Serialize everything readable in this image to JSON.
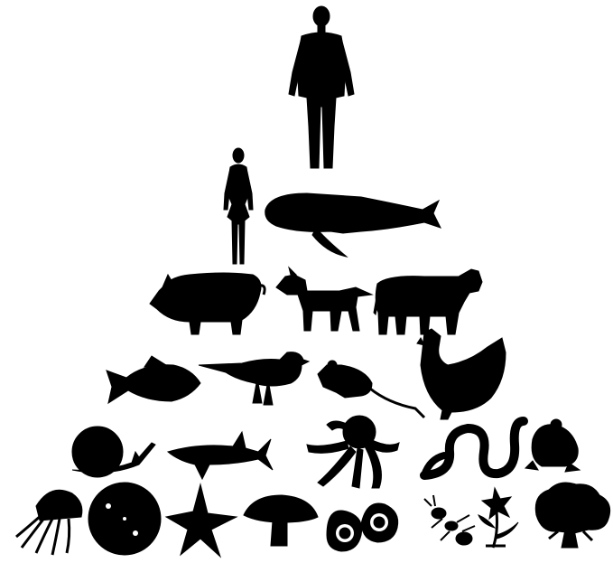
{
  "figure": {
    "tiers": [
      {
        "tier": 1,
        "items": [
          "man-icon"
        ]
      },
      {
        "tier": 2,
        "items": [
          "woman-icon",
          "whale-icon"
        ]
      },
      {
        "tier": 3,
        "items": [
          "pig-icon",
          "dog-icon",
          "cow-icon"
        ]
      },
      {
        "tier": 4,
        "items": [
          "fish-icon",
          "bird-icon",
          "mouse-icon",
          "hen-icon"
        ]
      },
      {
        "tier": 5,
        "items": [
          "snail-icon",
          "shark-icon",
          "octopus-icon",
          "snake-icon",
          "frog-icon"
        ]
      },
      {
        "tier": 6,
        "items": [
          "jellyfish-icon",
          "sponge-icon",
          "starfish-icon",
          "mushroom-icon",
          "eggs-icon",
          "ant-icon",
          "flower-icon",
          "tree-icon"
        ]
      }
    ],
    "fill_color": "#000000",
    "background_color": "#ffffff"
  }
}
